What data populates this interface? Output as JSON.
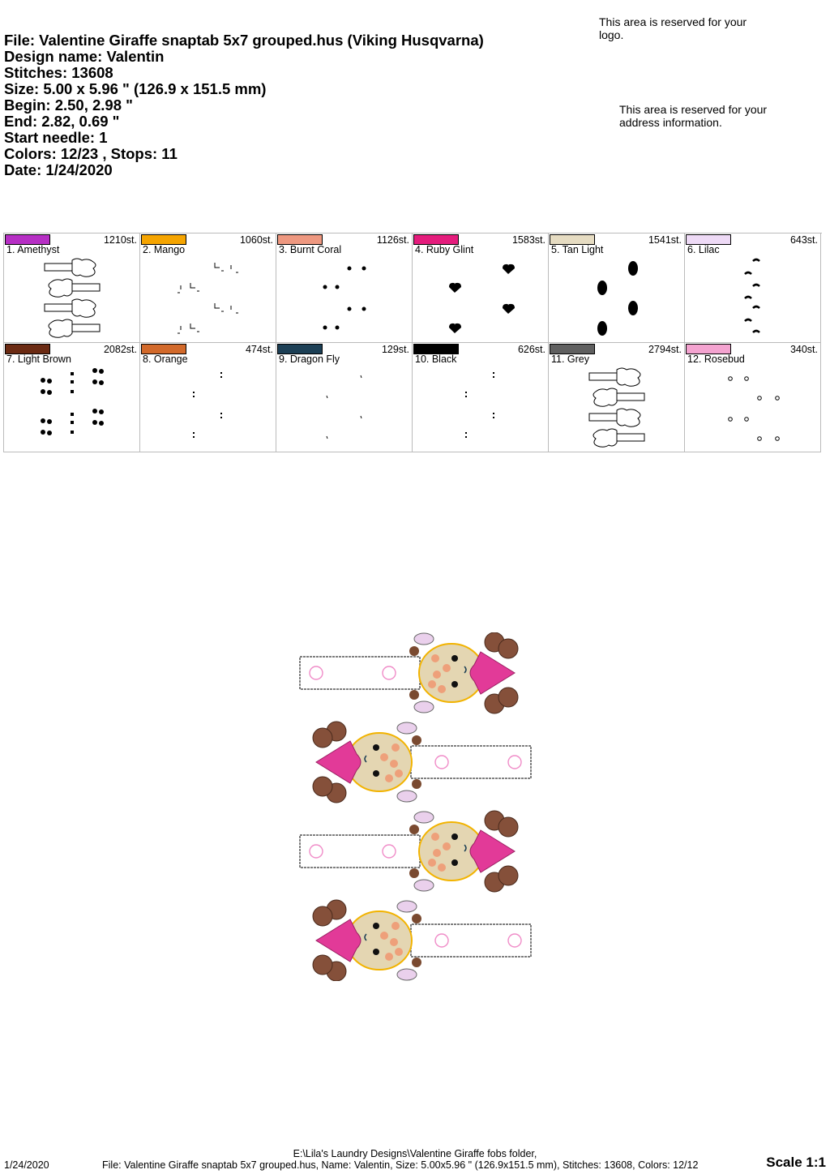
{
  "header": {
    "file": "File: Valentine Giraffe snaptab 5x7 grouped.hus  (Viking Husqvarna)",
    "design_name": "Design name: Valentin",
    "stitches": "Stitches: 13608",
    "size": "Size: 5.00 x 5.96 \" (126.9 x 151.5 mm)",
    "begin": "Begin: 2.50, 2.98 \"",
    "end": "End: 2.82, 0.69 \"",
    "start_needle": "Start needle: 1",
    "colors": "Colors: 12/23 , Stops: 11",
    "date": "Date: 1/24/2020"
  },
  "reserved": {
    "logo": "This area is reserved for your logo.",
    "address": "This area is reserved for your address information."
  },
  "color_steps": [
    {
      "name": "1. Amethyst",
      "stitches": "1210st.",
      "color": "#b62ec4",
      "thumb": "outline"
    },
    {
      "name": "2. Mango",
      "stitches": "1060st.",
      "color": "#f5a400",
      "thumb": "sparse"
    },
    {
      "name": "3. Burnt Coral",
      "stitches": "1126st.",
      "color": "#ee9880",
      "thumb": "cheeks"
    },
    {
      "name": "4. Ruby Glint",
      "stitches": "1583st.",
      "color": "#e41c7c",
      "thumb": "hearts"
    },
    {
      "name": "5. Tan Light",
      "stitches": "1541st.",
      "color": "#e6dcc2",
      "thumb": "ovals"
    },
    {
      "name": "6. Lilac",
      "stitches": "643st.",
      "color": "#eedaf6",
      "thumb": "arcs"
    },
    {
      "name": "7. Light Brown",
      "stitches": "2082st.",
      "color": "#6b2a12",
      "thumb": "blobs"
    },
    {
      "name": "8. Orange",
      "stitches": "474st.",
      "color": "#d2692a",
      "thumb": "dots"
    },
    {
      "name": "9. Dragon Fly",
      "stitches": "129st.",
      "color": "#1c3f55",
      "thumb": "ticks"
    },
    {
      "name": "10. Black",
      "stitches": "626st.",
      "color": "#000000",
      "thumb": "dots"
    },
    {
      "name": "11. Grey",
      "stitches": "2794st.",
      "color": "#5f5f5f",
      "thumb": "outline"
    },
    {
      "name": "12. Rosebud",
      "stitches": "340st.",
      "color": "#f4a3d0",
      "thumb": "circles"
    }
  ],
  "footer": {
    "path": "E:\\Lila's Laundry Designs\\Valentine Giraffe fobs folder,",
    "date": "1/24/2020",
    "info": "File: Valentine Giraffe snaptab 5x7 grouped.hus, Name: Valentin, Size: 5.00x5.96 \" (126.9x151.5 mm), Stitches: 13608, Colors: 12/12",
    "scale": "Scale 1:1"
  }
}
